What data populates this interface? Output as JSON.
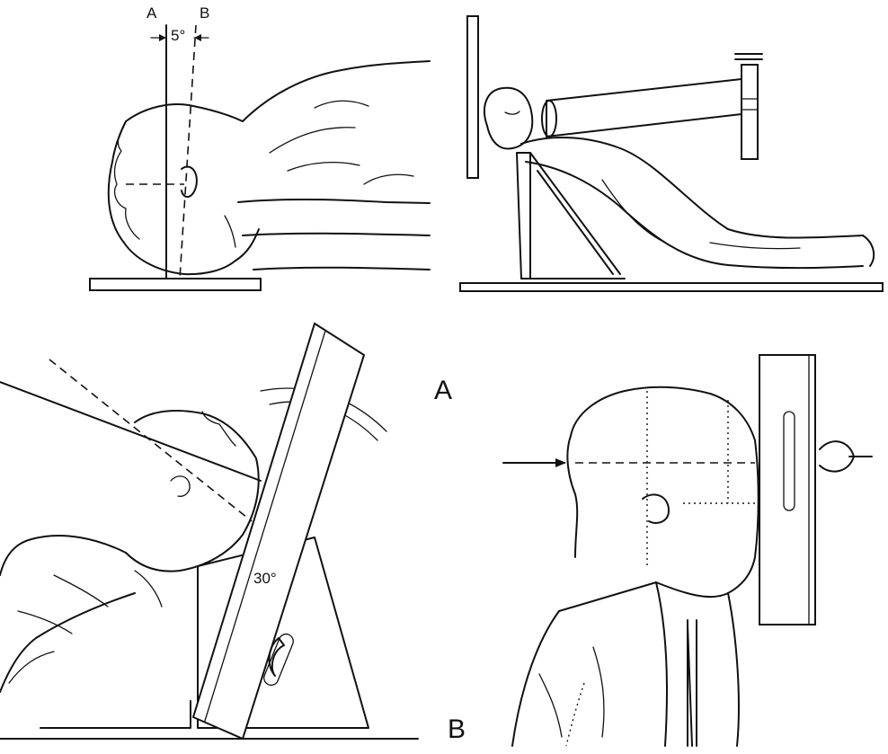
{
  "labels": {
    "line_a": "A",
    "line_b": "B",
    "angle_top": "5°",
    "angle_bottom": "30°",
    "figure_a": "A",
    "figure_b": "B"
  }
}
